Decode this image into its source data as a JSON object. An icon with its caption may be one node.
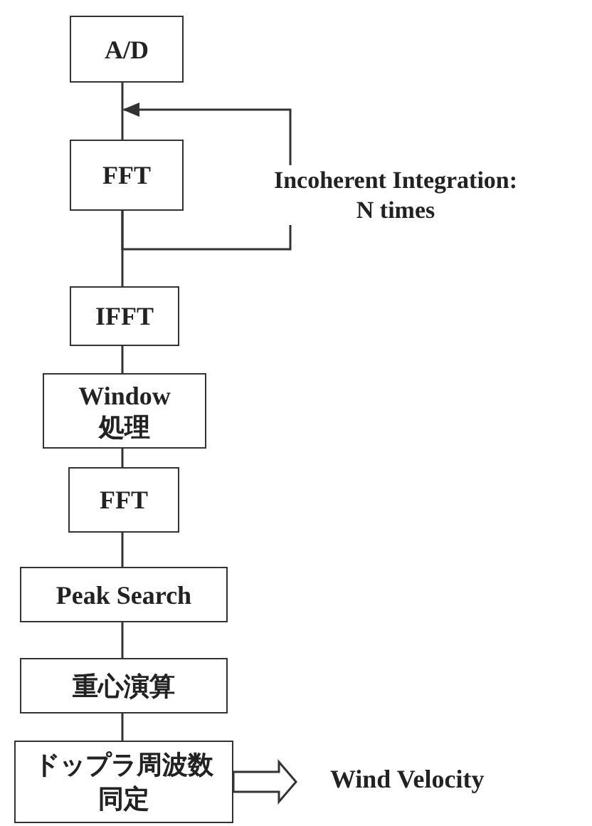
{
  "diagram": {
    "nodes": [
      {
        "text": [
          "A/D"
        ]
      },
      {
        "text": [
          "FFT"
        ]
      },
      {
        "text": [
          "IFFT"
        ]
      },
      {
        "text": [
          "Window 処理"
        ]
      },
      {
        "text": [
          "FFT"
        ]
      },
      {
        "text": [
          "Peak Search"
        ]
      },
      {
        "text": [
          "重心演算"
        ]
      },
      {
        "text": [
          "ドップラ周波数同定"
        ]
      },
      {
        "text": [
          "Wind Velocity"
        ]
      }
    ],
    "edges": [
      {
        "from": 0,
        "to": 1,
        "arrow": "none"
      },
      {
        "from": 1,
        "to": 1,
        "arrow": "to",
        "label": "Incoherent Integration: N times"
      },
      {
        "from": 1,
        "to": 2,
        "arrow": "none"
      },
      {
        "from": 2,
        "to": 3,
        "arrow": "none"
      },
      {
        "from": 3,
        "to": 4,
        "arrow": "none"
      },
      {
        "from": 4,
        "to": 5,
        "arrow": "none"
      },
      {
        "from": 5,
        "to": 6,
        "arrow": "none"
      },
      {
        "from": 6,
        "to": 7,
        "arrow": "none"
      },
      {
        "from": 7,
        "to": 8,
        "arrow": "to"
      }
    ]
  }
}
